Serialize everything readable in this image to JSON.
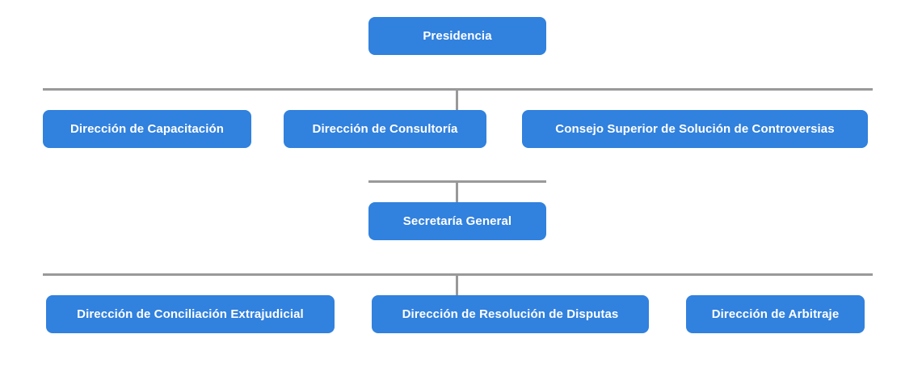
{
  "chart": {
    "type": "org-chart",
    "title": "",
    "accent_color": "#3181de",
    "connector_color": "#999999",
    "text_color": "#ffffff",
    "levels": [
      {
        "level": 1,
        "nodes": [
          {
            "label": "Presidencia"
          }
        ]
      },
      {
        "level": 2,
        "nodes": [
          {
            "label": "Dirección de Capacitación"
          },
          {
            "label": "Dirección de Consultoría"
          },
          {
            "label": "Consejo Superior de Solución de Controversias"
          }
        ]
      },
      {
        "level": 3,
        "nodes": [
          {
            "label": "Secretaría General"
          }
        ]
      },
      {
        "level": 4,
        "nodes": [
          {
            "label": "Dirección de Conciliación Extrajudicial"
          },
          {
            "label": "Dirección de Resolución de Disputas"
          },
          {
            "label": "Dirección de Arbitraje"
          }
        ]
      }
    ]
  }
}
